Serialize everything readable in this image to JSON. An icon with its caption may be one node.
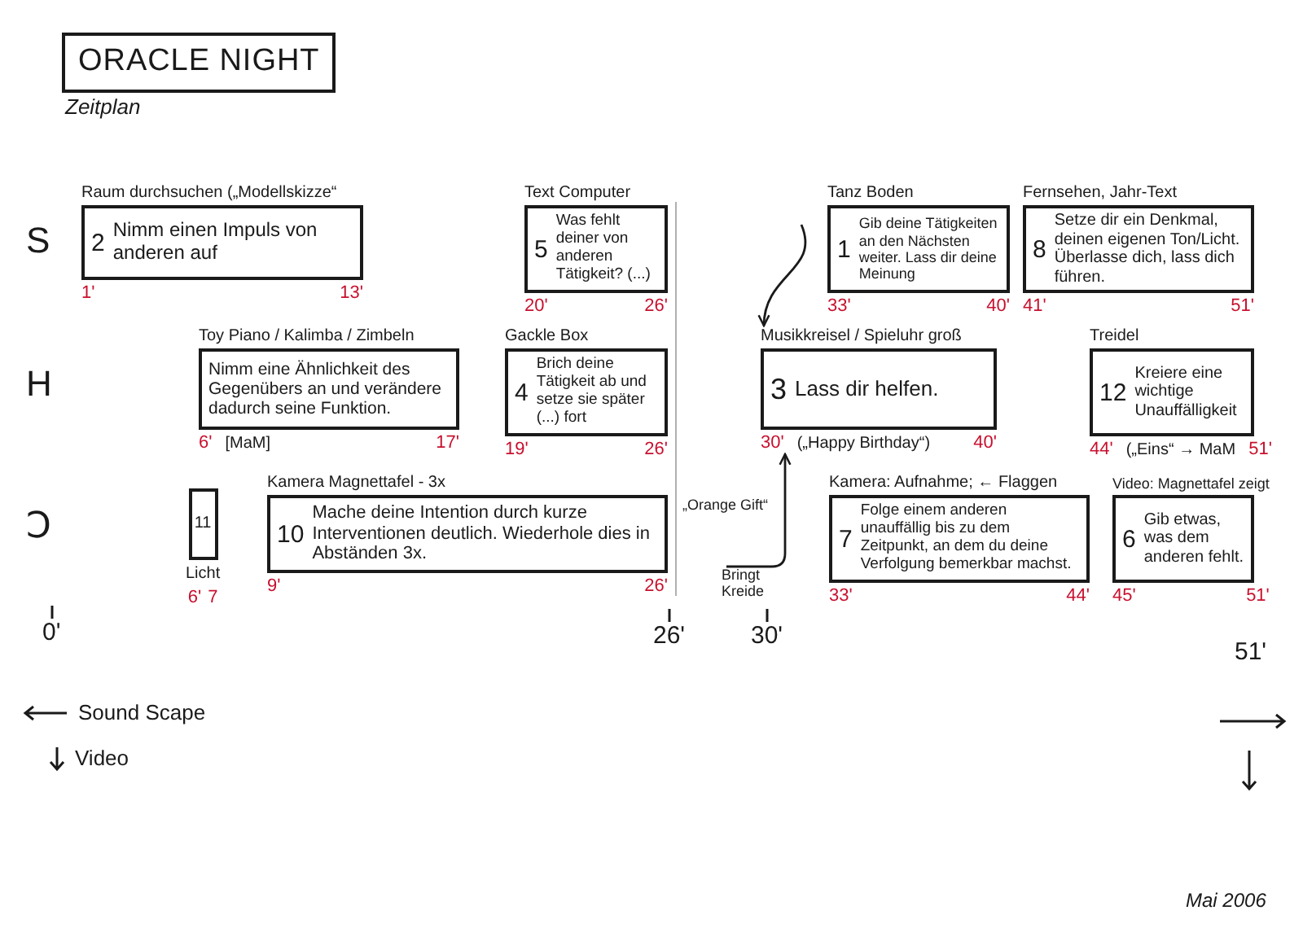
{
  "diagram": {
    "title": "ORACLE NIGHT",
    "nodes": [
      {
        "text": [
          "Raum durchsuchen („Modellskizze“",
          "2",
          "Nimm einen Impuls von anderen auf"
        ],
        "beside": [
          "1'",
          "13'"
        ]
      },
      {
        "text": [
          "Text Computer",
          "5",
          "Was fehlt deiner von anderen Tätigkeit? (...)"
        ],
        "beside": [
          "20'",
          "26'"
        ]
      },
      {
        "text": [
          "Tanz Boden",
          "1",
          "Gib deine Tätigkeiten an den Nächsten weiter. Lass dir deine Meinung"
        ],
        "beside": [
          "33'",
          "40'"
        ]
      },
      {
        "text": [
          "Fernsehen, Jahr-Text",
          "8",
          "Setze dir ein Denkmal, deinen eigenen Ton/Licht. Überlasse dich, lass dich führen."
        ],
        "beside": [
          "41'",
          "51'"
        ]
      },
      {
        "text": [
          "Toy Piano / Kalimba / Zimbeln",
          "Nimm eine Ähnlichkeit des Gegenübers an und verändere dadurch seine Funktion."
        ],
        "beside": [
          "6'",
          "[MaM]",
          "17'"
        ]
      },
      {
        "text": [
          "Gackle Box",
          "4",
          "Brich deine Tätigkeit ab und setze sie später (...) fort"
        ],
        "beside": [
          "19'",
          "26'"
        ]
      },
      {
        "text": [
          "Musikkreisel / Spieluhr groß",
          "3",
          "Lass dir helfen."
        ],
        "beside": [
          "30'",
          "(„Happy Birthday“)",
          "40'"
        ]
      },
      {
        "text": [
          "Treidel",
          "12",
          "Kreiere eine wichtige Unauffälligkeit"
        ],
        "beside": [
          "44'",
          "(„Eins“ → MaM",
          "51'"
        ]
      },
      {
        "text": [
          "11"
        ],
        "beside": [
          "Licht",
          "6'",
          "7"
        ]
      },
      {
        "text": [
          "Kamera Magnettafel - 3x",
          "10",
          "Mache deine Intention durch kurze Interventionen deutlich. Wiederhole dies in Abständen 3x."
        ],
        "beside": [
          "9'",
          "26'"
        ]
      },
      {
        "text": [
          "Bringt Kreide"
        ]
      },
      {
        "text": [
          "Kamera: Aufnahme; ← Flaggen",
          "7",
          "Folge einem anderen unauffällig bis zu dem Zeitpunkt, an dem du deine Verfolgung bemerkbar machst."
        ],
        "beside": [
          "33'",
          "44'"
        ]
      },
      {
        "text": [
          "Video: Magnettafel zeigt",
          "6",
          "Gib etwas, was dem anderen fehlt."
        ],
        "beside": [
          "45'",
          "51'"
        ]
      }
    ],
    "edges": [
      {
        "from": null,
        "to": 6,
        "arrow": "to"
      },
      {
        "from": 10,
        "to": 6,
        "arrow": "to"
      }
    ],
    "labels": [
      "Zeitplan",
      "S",
      "H",
      "Ɔ",
      "„Orange Gift“",
      "0'",
      "26'",
      "30'",
      "51'",
      "Mai 2006"
    ],
    "legend": [
      {
        "text": "Sound Scape"
      },
      {
        "text": "Video"
      }
    ]
  }
}
